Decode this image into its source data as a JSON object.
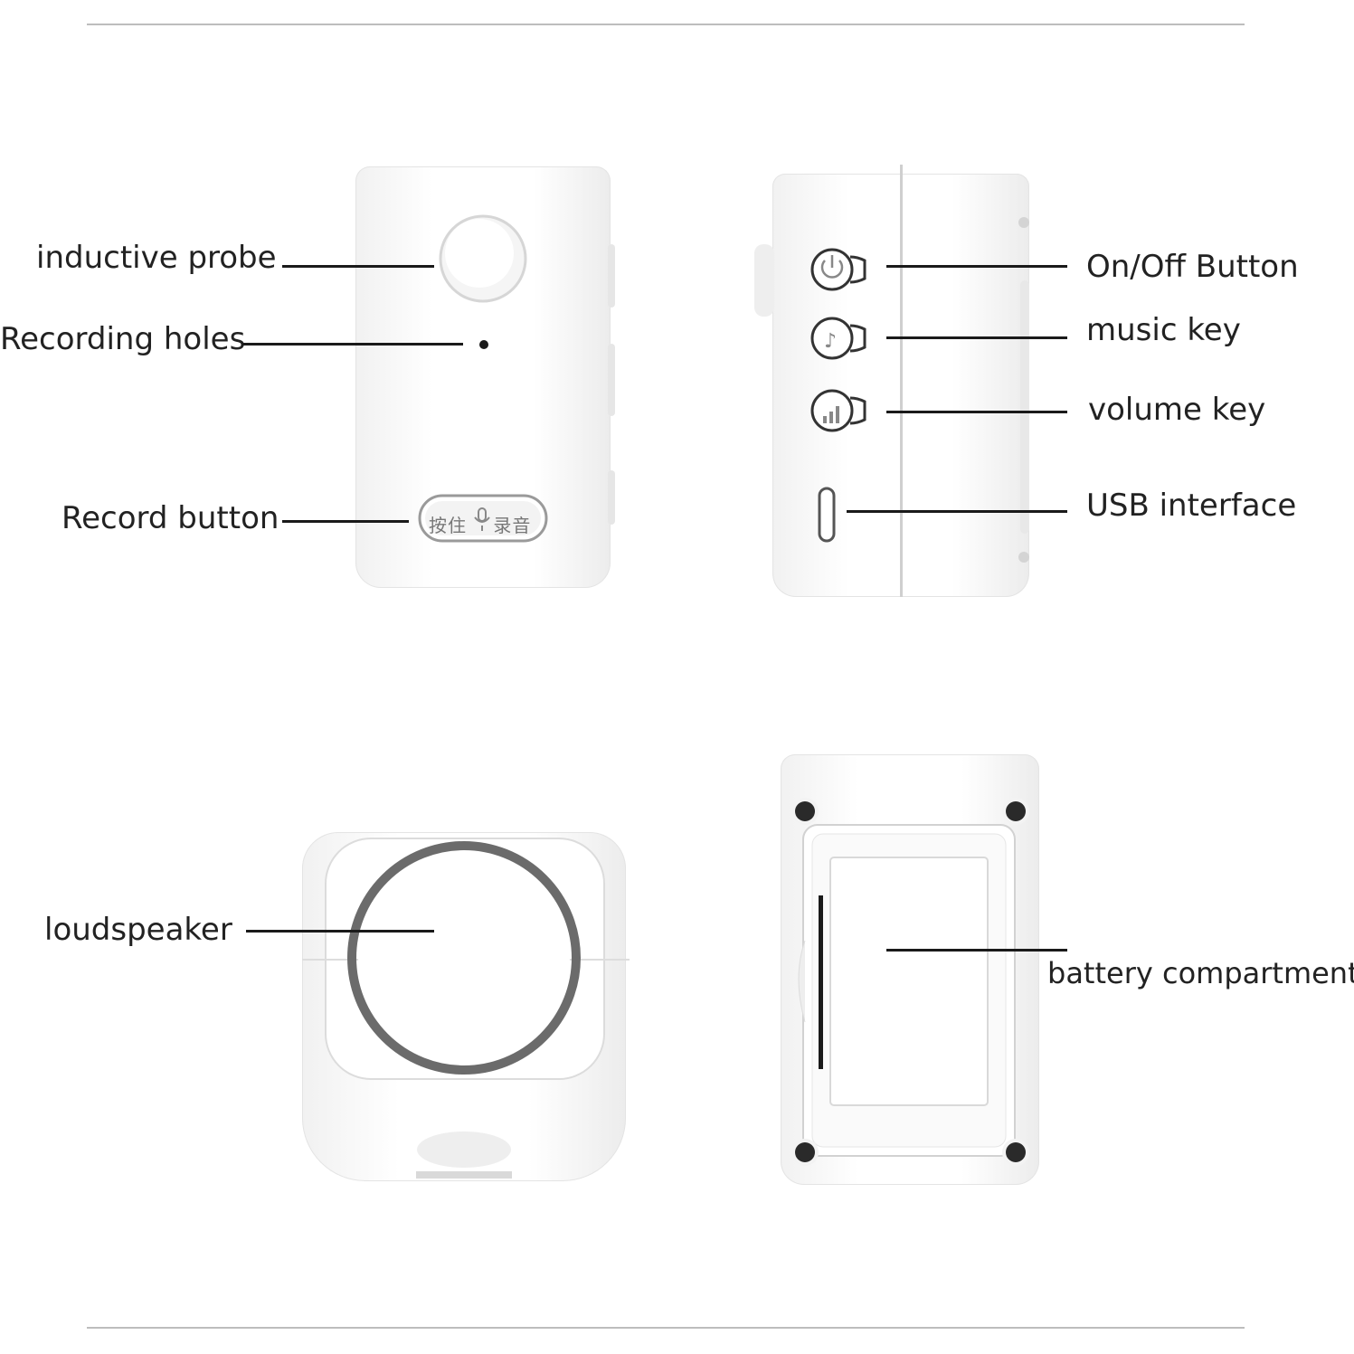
{
  "labels": {
    "inductive_probe": "inductive probe",
    "recording_holes": "Recording holes",
    "record_button": "Record button",
    "on_off_button": "On/Off Button",
    "music_key": "music key",
    "volume_key": "volume key",
    "usb_interface": "USB interface",
    "loudspeaker": "loudspeaker",
    "battery_compartment": "battery compartment"
  },
  "record_button_text": "按住 录音",
  "colors": {
    "line": "#1a1a1a",
    "device": "#ffffff",
    "rule": "#bdbdbd",
    "speaker_ring": "#6b6b6b"
  }
}
